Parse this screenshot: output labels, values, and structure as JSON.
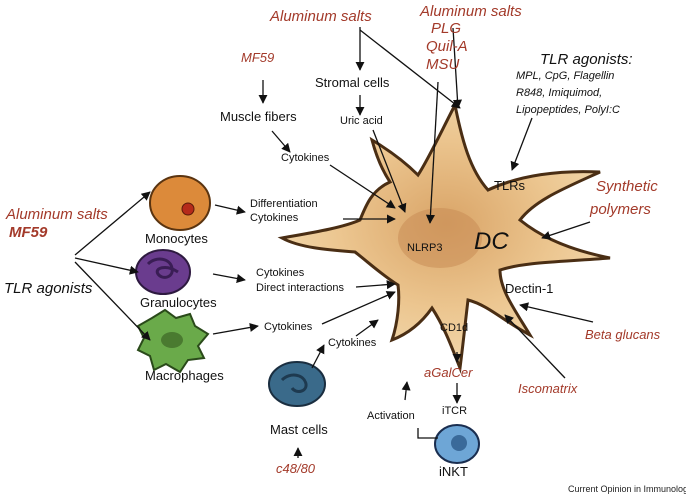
{
  "colors": {
    "adjuvant": "#a33a2a",
    "dc_fill": "#e8c08a",
    "dc_outline": "#4a2e14",
    "arrow": "#111111"
  },
  "adjuvants": {
    "aluminum_salts_top_left": "Aluminum salts",
    "aluminum_salts_top_right": "Aluminum salts",
    "plg": "PLG",
    "quil_a": "Quil-A",
    "msu": "MSU",
    "mf59_top": "MF59",
    "aluminum_salts_left": "Aluminum salts",
    "mf59_left": "MF59",
    "tlr_agonists_left": "TLR agonists",
    "synthetic_polymers_line1": "Synthetic",
    "synthetic_polymers_line2": "polymers",
    "beta_glucans": "Beta glucans",
    "iscomatrix": "Iscomatrix",
    "agalcer": "aGalCer",
    "c48_80": "c48/80"
  },
  "tlr_agonists_box": {
    "title": "TLR agonists:",
    "line1": "MPL, CpG, Flagellin",
    "line2": "R848, Imiquimod,",
    "line3": "Lipopeptides, PolyI:C"
  },
  "cells": {
    "stromal": "Stromal cells",
    "muscle": "Muscle fibers",
    "monocytes": "Monocytes",
    "granulocytes": "Granulocytes",
    "macrophages": "Macrophages",
    "mast": "Mast cells",
    "inkt": "iNKT",
    "dc": "DC"
  },
  "mediators": {
    "uric_acid": "Uric acid",
    "cytokines_muscle": "Cytokines",
    "differentiation": "Differentiation",
    "cytokines_mono": "Cytokines",
    "cytokines_gran": "Cytokines",
    "direct_interactions": "Direct interactions",
    "cytokines_macro": "Cytokines",
    "cytokines_mast": "Cytokines",
    "activation": "Activation",
    "itcr": "iTCR"
  },
  "receptors": {
    "nlrp3": "NLRP3",
    "tlrs": "TLRs",
    "dectin1": "Dectin-1",
    "cd1d": "CD1d"
  },
  "credit": "Current Opinion in Immunology"
}
